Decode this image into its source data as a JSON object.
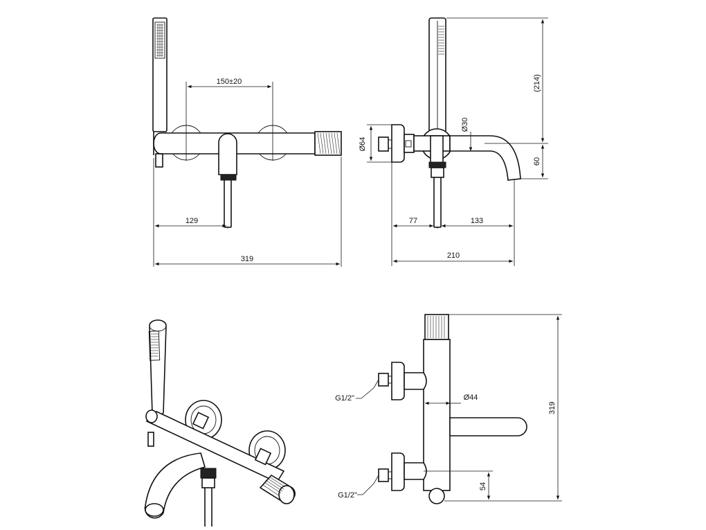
{
  "dimensions": {
    "d150": "150±20",
    "d129": "129",
    "d319_top": "319",
    "d64": "Ø64",
    "d214": "(214)",
    "d30": "Ø30",
    "d60": "60",
    "d77": "77",
    "d133": "133",
    "d210": "210",
    "d44": "Ø44",
    "d319_side": "319",
    "d54": "54",
    "g12_top": "G1/2\"",
    "g12_bottom": "G1/2\""
  }
}
